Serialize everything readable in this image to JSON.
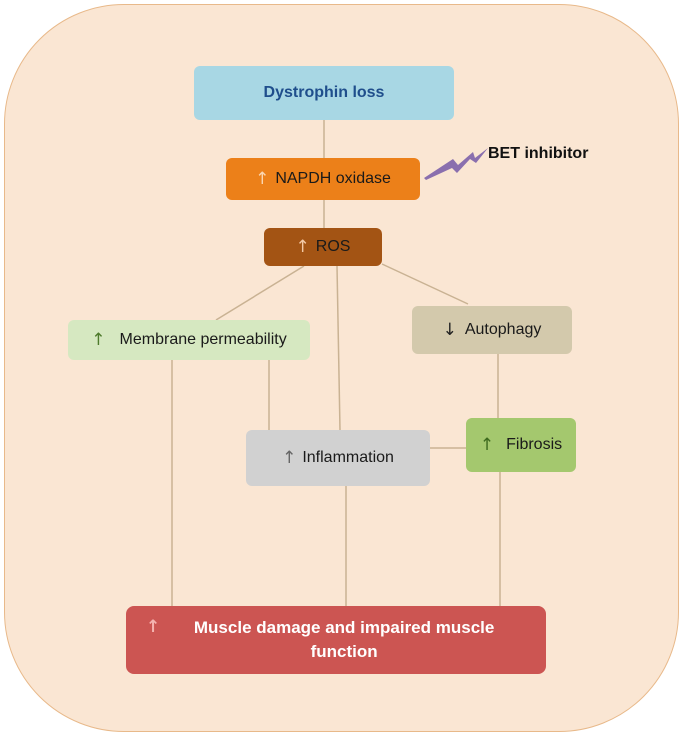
{
  "nodes": {
    "dystrophin": {
      "label": "Dystrophin loss",
      "arrow": ""
    },
    "nadph": {
      "label": "NAPDH oxidase",
      "arrow": "↑",
      "arrow_color": "#fbd5b0"
    },
    "ros": {
      "label": "ROS",
      "arrow": "↑",
      "arrow_color": "#f3c9a6"
    },
    "membrane": {
      "label": "Membrane permeability",
      "arrow": "↑",
      "arrow_color": "#4e7a2c"
    },
    "autophagy": {
      "label": "Autophagy",
      "arrow": "↓",
      "arrow_color": "#222222"
    },
    "inflammation": {
      "label": "Inflammation",
      "arrow": "↑",
      "arrow_color": "#666666"
    },
    "fibrosis": {
      "label": "Fibrosis",
      "arrow": "↑",
      "arrow_color": "#3d6a1e"
    },
    "muscle": {
      "label": "Muscle damage and impaired muscle function",
      "arrow": "↑",
      "arrow_color": "#f5b3b0"
    }
  },
  "inhibitor": {
    "label": "BET inhibitor",
    "bolt_color": "#8a6fae"
  },
  "colors": {
    "background_panel": "#fae6d3",
    "connector": "#c9b293"
  }
}
